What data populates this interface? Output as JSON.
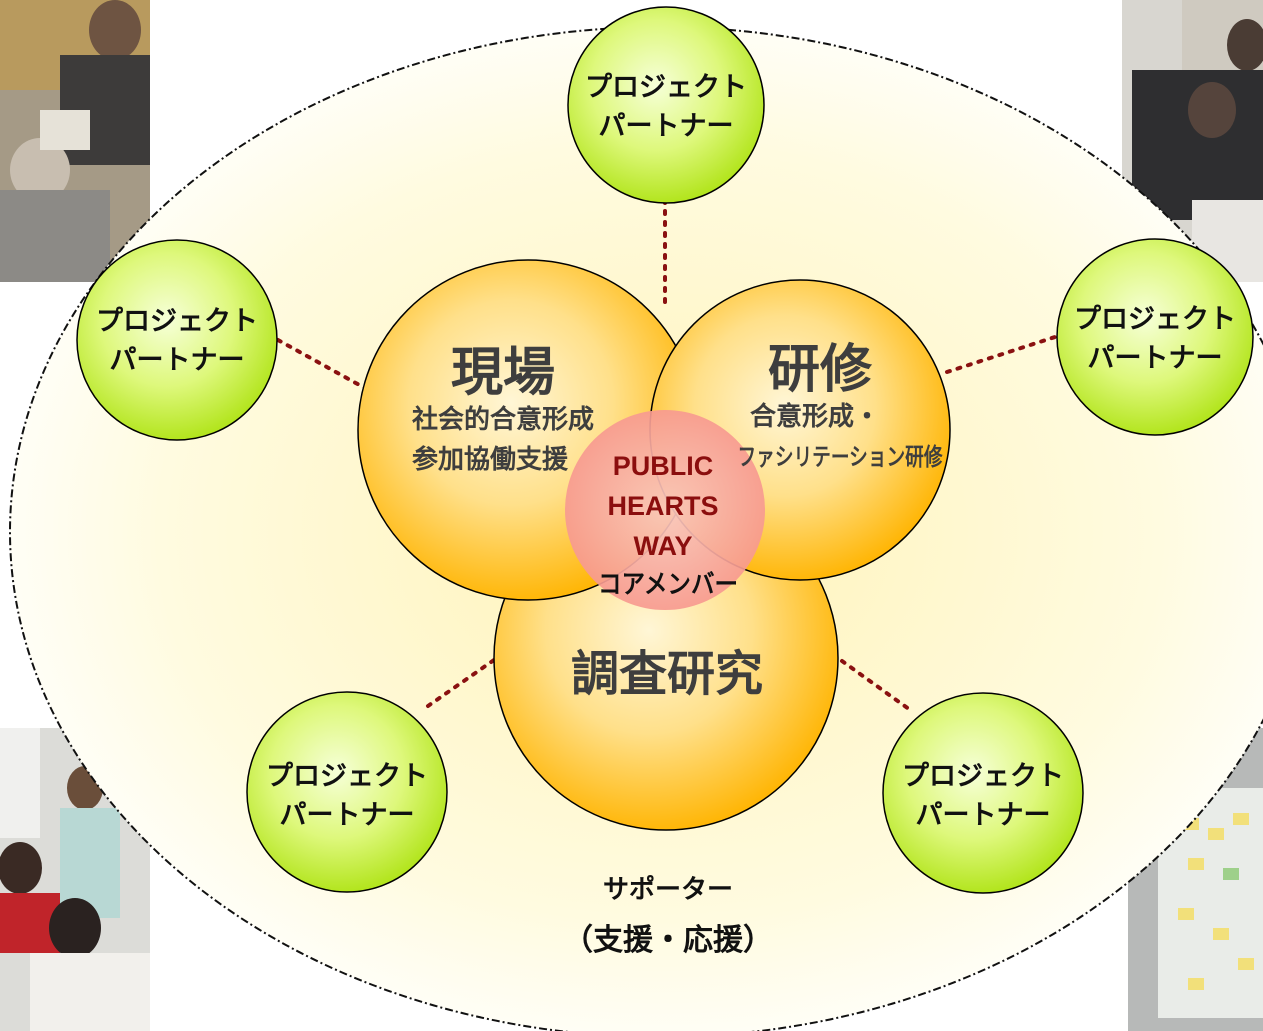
{
  "partner_label": {
    "line1": "プロジェクト",
    "line2": "パートナー"
  },
  "field": {
    "title": "現場",
    "line1": "社会的合意形成",
    "line2": "参加協働支援"
  },
  "training": {
    "title": "研修",
    "line1": "合意形成・",
    "line2": "ファシリテーション研修"
  },
  "research": {
    "title": "調査研究"
  },
  "core": {
    "line1": "PUBLIC",
    "line2": "HEARTS",
    "line3": "WAY",
    "members": "コアメンバー"
  },
  "supporter": {
    "line1": "サポーター",
    "line2": "（支援・応援）"
  },
  "colors": {
    "partner_fill": "#c8ef3a",
    "core_circle_fill": "#ffc21c",
    "center_fill": "#f7a8a0",
    "center_text": "#8b0e0e",
    "connector": "#8a1111",
    "ellipse_fill": "#fffbd8"
  }
}
